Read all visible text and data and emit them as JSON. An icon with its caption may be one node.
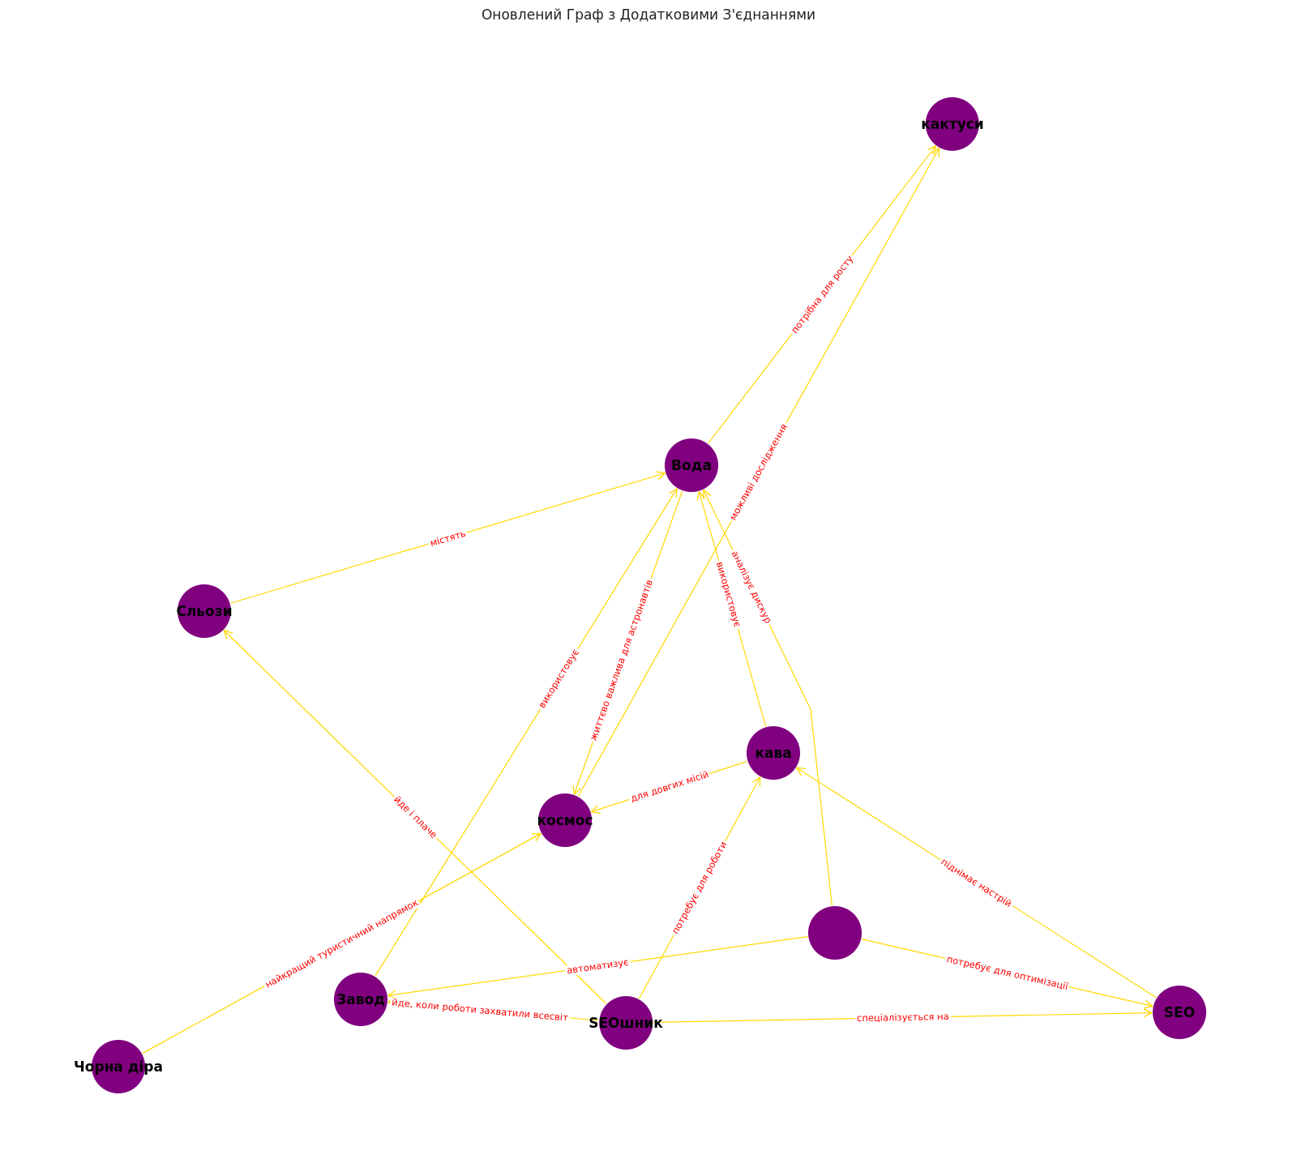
{
  "diagram": {
    "title": "Оновлений Граф з Додатковими З'єднаннями",
    "nodes": [
      {
        "text": [
          "кактуси"
        ]
      },
      {
        "text": [
          "Вода"
        ]
      },
      {
        "text": [
          "Сльози"
        ]
      },
      {
        "text": [
          "кава"
        ]
      },
      {
        "text": [
          "космос"
        ]
      },
      {
        "text": [],
        "shape": "circle"
      },
      {
        "text": [
          "Завод"
        ]
      },
      {
        "text": [
          "SEOшник"
        ]
      },
      {
        "text": [
          "SEO"
        ]
      },
      {
        "text": [
          "Чорна діра"
        ]
      }
    ],
    "edges": [
      {
        "from": 1,
        "to": 0,
        "arrow": "to",
        "label": "потрібна для росту"
      },
      {
        "from": 4,
        "to": 0,
        "arrow": "to",
        "label": "можливі дослідження"
      },
      {
        "from": 2,
        "to": 1,
        "arrow": "to",
        "label": "містять"
      },
      {
        "from": 1,
        "to": 4,
        "arrow": "to",
        "label": "життєво важлива для астронавтів"
      },
      {
        "from": 6,
        "to": 1,
        "arrow": "to",
        "label": "використовує"
      },
      {
        "from": 3,
        "to": 1,
        "arrow": "to",
        "label": "використовує"
      },
      {
        "from": 5,
        "to": 1,
        "arrow": "to",
        "label": "аналізує дискур"
      },
      {
        "from": 9,
        "to": 4,
        "arrow": "to",
        "label": "найкращий туристичний напрямок"
      },
      {
        "from": 7,
        "to": 2,
        "arrow": "to",
        "label": "йде і плаче"
      },
      {
        "from": 3,
        "to": 4,
        "arrow": "to",
        "label": "для довгих місій"
      },
      {
        "from": 7,
        "to": 3,
        "arrow": "to",
        "label": "потребує для роботи"
      },
      {
        "from": 8,
        "to": 3,
        "arrow": "to",
        "label": "піднімає настрій"
      },
      {
        "from": 5,
        "to": 6,
        "arrow": "to",
        "label": "автоматизує"
      },
      {
        "from": 7,
        "to": 6,
        "arrow": "to",
        "label": "йде, коли роботи захватили всесвіт"
      },
      {
        "from": 5,
        "to": 8,
        "arrow": "to",
        "label": "потребує для оптимізації"
      },
      {
        "from": 7,
        "to": 8,
        "arrow": "to",
        "label": "спеціалізується на"
      }
    ]
  }
}
